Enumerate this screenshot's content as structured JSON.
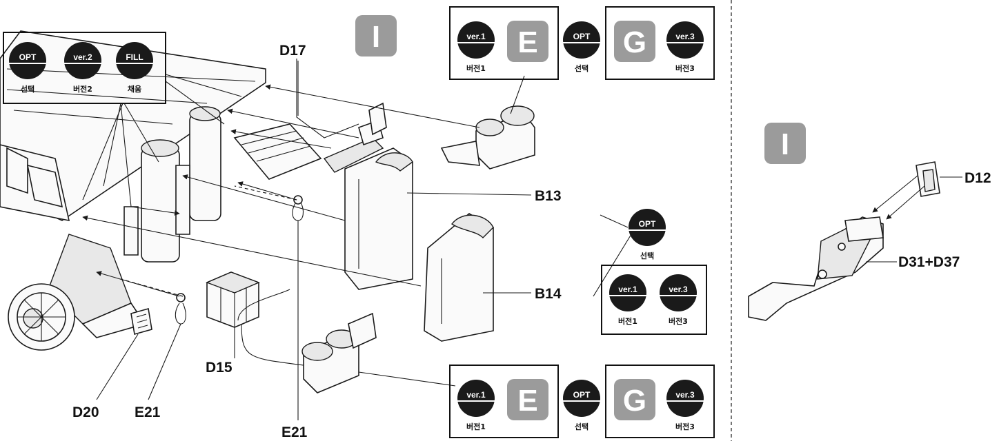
{
  "badges": {
    "opt": {
      "top": "OPT",
      "bottom": "선택"
    },
    "ver1": {
      "top": "ver.1",
      "bottom": "버전1"
    },
    "ver2": {
      "top": "ver.2",
      "bottom": "버전2"
    },
    "ver3": {
      "top": "ver.3",
      "bottom": "버전3"
    },
    "fill": {
      "top": "FILL",
      "bottom": "채움"
    }
  },
  "letters": {
    "i": "I",
    "e": "E",
    "g": "G"
  },
  "part_labels": {
    "d17": "D17",
    "b13": "B13",
    "b14": "B14",
    "d15": "D15",
    "d20": "D20",
    "e21_left": "E21",
    "e21_center": "E21",
    "d12": "D12",
    "d31_d37": "D31+D37"
  },
  "colors": {
    "badge_fill": "#1a1a1a",
    "letter_box": "#9b9b9b",
    "line": "#1a1a1a"
  }
}
